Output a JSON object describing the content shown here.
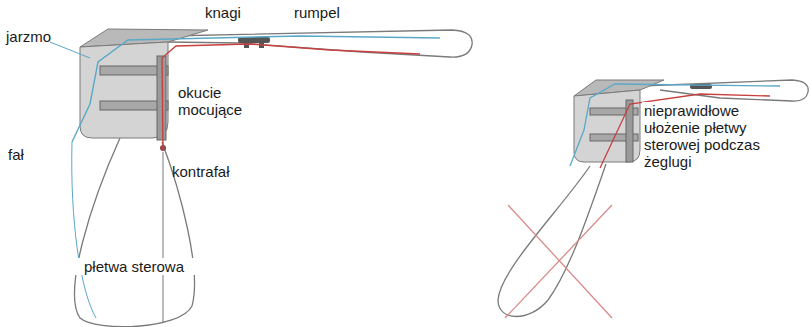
{
  "diagram": {
    "labels": [
      "knagi",
      "rumpel",
      "jarzmo",
      "okucie mocujące",
      "fał",
      "kontrafał",
      "płetwa sterowa",
      "nieprawidłowe ułożenie płetwy sterowej podczas żeglugi"
    ]
  }
}
